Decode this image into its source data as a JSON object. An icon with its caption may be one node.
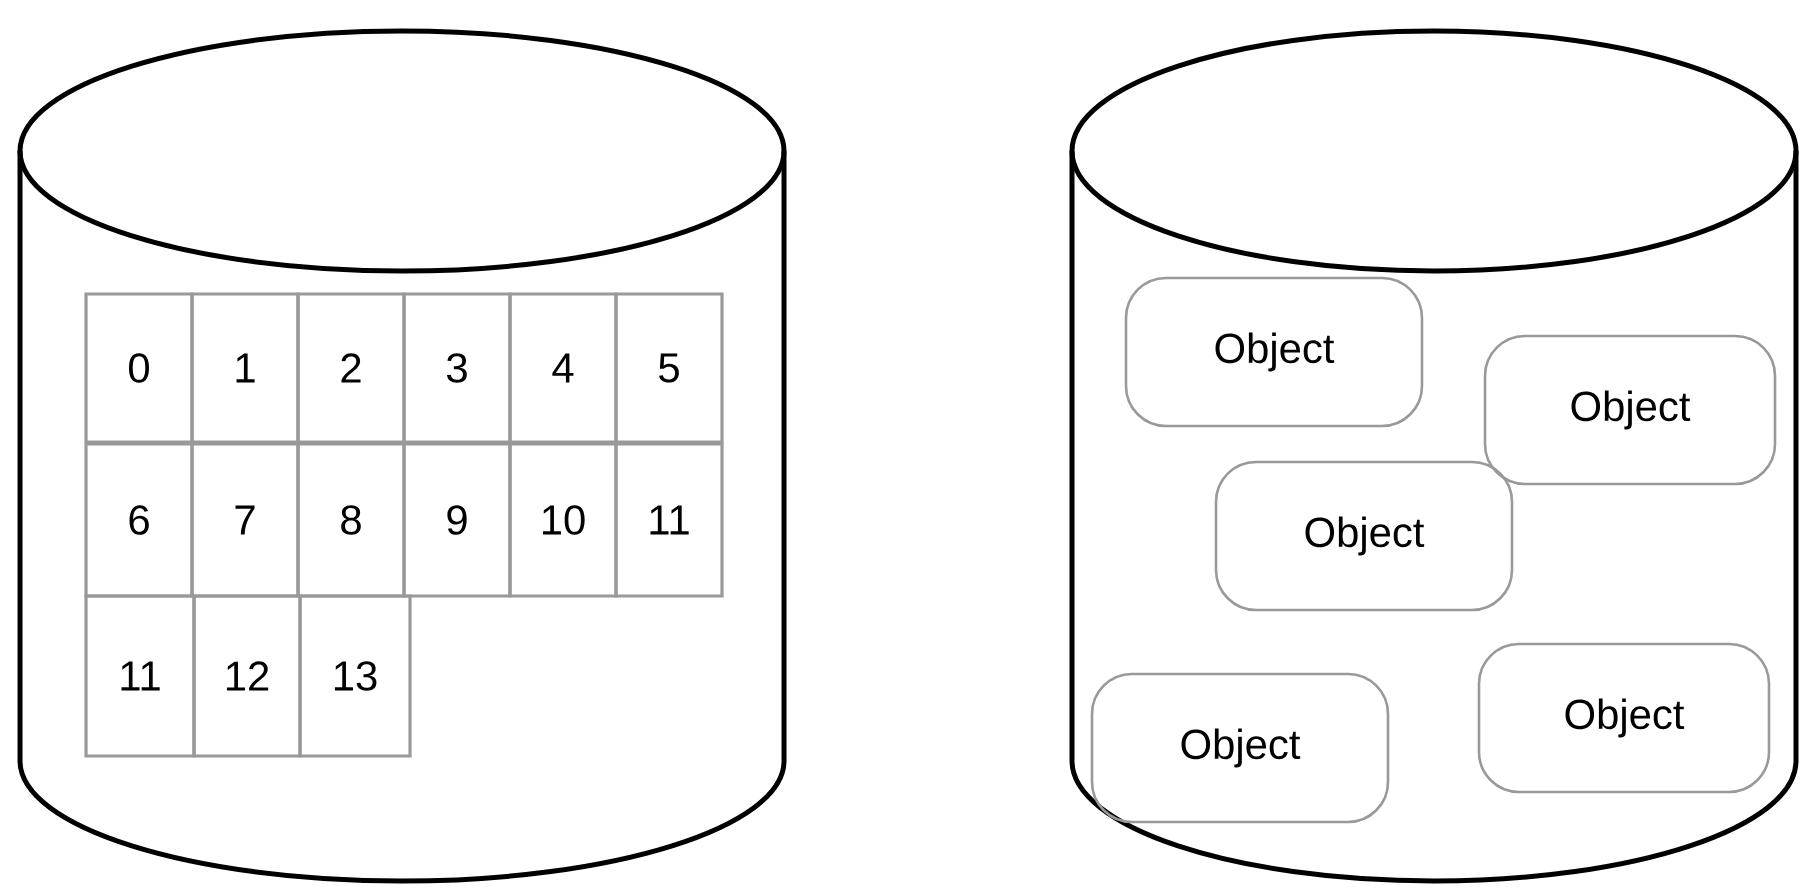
{
  "diagram": {
    "nodes": [
      {
        "text": [],
        "shape": "cylinder"
      },
      {
        "text": [
          "0"
        ],
        "in": 0
      },
      {
        "text": [
          "1"
        ],
        "in": 0
      },
      {
        "text": [
          "2"
        ],
        "in": 0
      },
      {
        "text": [
          "3"
        ],
        "in": 0
      },
      {
        "text": [
          "4"
        ],
        "in": 0
      },
      {
        "text": [
          "5"
        ],
        "in": 0
      },
      {
        "text": [
          "6"
        ],
        "in": 0
      },
      {
        "text": [
          "7"
        ],
        "in": 0
      },
      {
        "text": [
          "8"
        ],
        "in": 0
      },
      {
        "text": [
          "9"
        ],
        "in": 0
      },
      {
        "text": [
          "10"
        ],
        "in": 0
      },
      {
        "text": [
          "11"
        ],
        "in": 0
      },
      {
        "text": [
          "11"
        ],
        "in": 0
      },
      {
        "text": [
          "12"
        ],
        "in": 0
      },
      {
        "text": [
          "13"
        ],
        "in": 0
      },
      {
        "text": [],
        "shape": "cylinder"
      },
      {
        "text": [
          "Object"
        ],
        "in": 16
      },
      {
        "text": [
          "Object"
        ],
        "in": 16
      },
      {
        "text": [
          "Object"
        ],
        "in": 16
      },
      {
        "text": [
          "Object"
        ],
        "in": 16
      },
      {
        "text": [
          "Object"
        ],
        "in": 16
      }
    ],
    "edges": []
  }
}
